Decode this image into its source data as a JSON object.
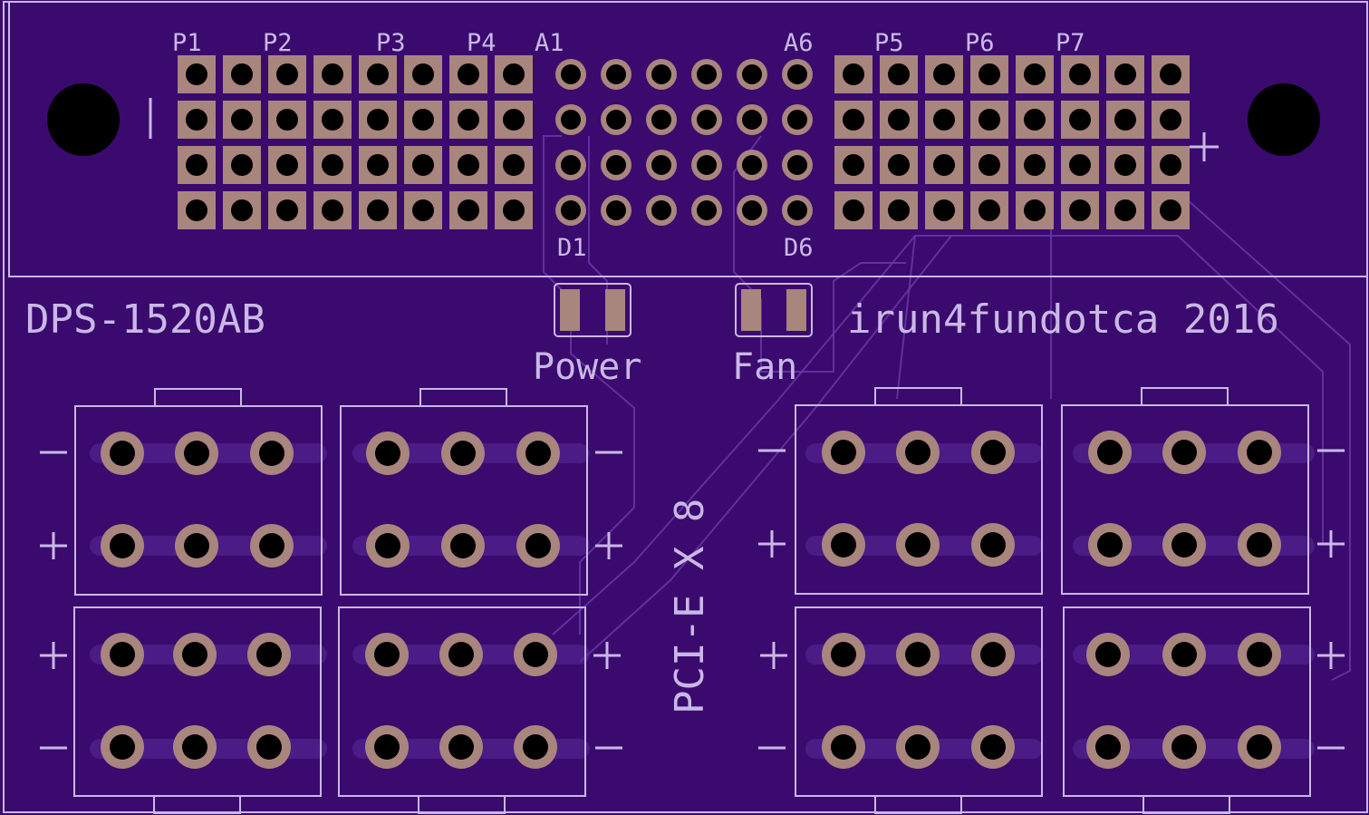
{
  "board": {
    "model_label": "DPS-1520AB",
    "author_label": "irun4fundotca 2016",
    "pcie_label": "PCI-E X 8",
    "colors": {
      "board": "#3a0a6e",
      "silkscreen": "#c9b8e6",
      "copper": "#a8857d",
      "drill": "#000000"
    }
  },
  "header_labels": {
    "p1": "P1",
    "p2": "P2",
    "p3": "P3",
    "p4": "P4",
    "a1": "A1",
    "a6": "A6",
    "p5": "P5",
    "p6": "P6",
    "p7": "P7",
    "d1": "D1",
    "d6": "D6"
  },
  "polarity": {
    "minus": "−",
    "plus": "+"
  },
  "jumpers": {
    "power_label": "Power",
    "fan_label": "Fan"
  },
  "connectors": {
    "count": 8,
    "pins_per_row": 3,
    "rows": 2
  }
}
